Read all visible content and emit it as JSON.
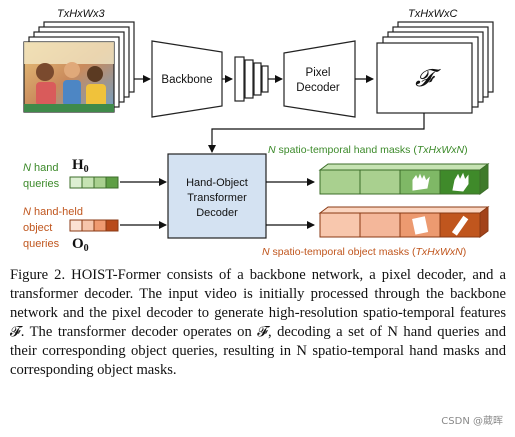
{
  "diagram": {
    "input_dims": "TxHxWx3",
    "backbone_label": "Backbone",
    "pixel_decoder_label_line1": "Pixel",
    "pixel_decoder_label_line2": "Decoder",
    "feature_dims": "TxHxWxC",
    "feature_symbol": "𝓕",
    "hand_queries": {
      "prefix": "N",
      "line1": "hand",
      "line2": "queries",
      "symbol": "H",
      "subscript": "0"
    },
    "object_queries": {
      "prefix": "N",
      "line1": "hand-held",
      "line2": "object",
      "line3": "queries",
      "symbol": "O",
      "subscript": "0"
    },
    "decoder_line1": "Hand-Object",
    "decoder_line2": "Transformer",
    "decoder_line3": "Decoder",
    "hand_masks_label": {
      "prefix": "N",
      "text": " spatio-temporal hand masks (",
      "dims": "TxHxWxN",
      "suffix": ")"
    },
    "object_masks_label": {
      "prefix": "N",
      "text": " spatio-temporal object masks (",
      "dims": "TxHxWxN",
      "suffix": ")"
    },
    "colors": {
      "green": "#3c8a2a",
      "orange": "#c0561e",
      "decoder_fill": "#d4e2f2",
      "hand_mask_fill": "#a9d08f",
      "object_mask_fill": "#f4b79a"
    }
  },
  "caption": {
    "text": "Figure 2. HOIST-Former consists of a backbone network, a pixel decoder, and a transformer decoder. The input video is initially processed through the backbone network and the pixel decoder to generate high-resolution spatio-temporal features 𝓕. The transformer decoder operates on 𝓕, decoding a set of N hand queries and their corresponding object queries, resulting in N spatio-temporal hand masks and corresponding object masks."
  },
  "watermark": "CSDN @葳晖"
}
